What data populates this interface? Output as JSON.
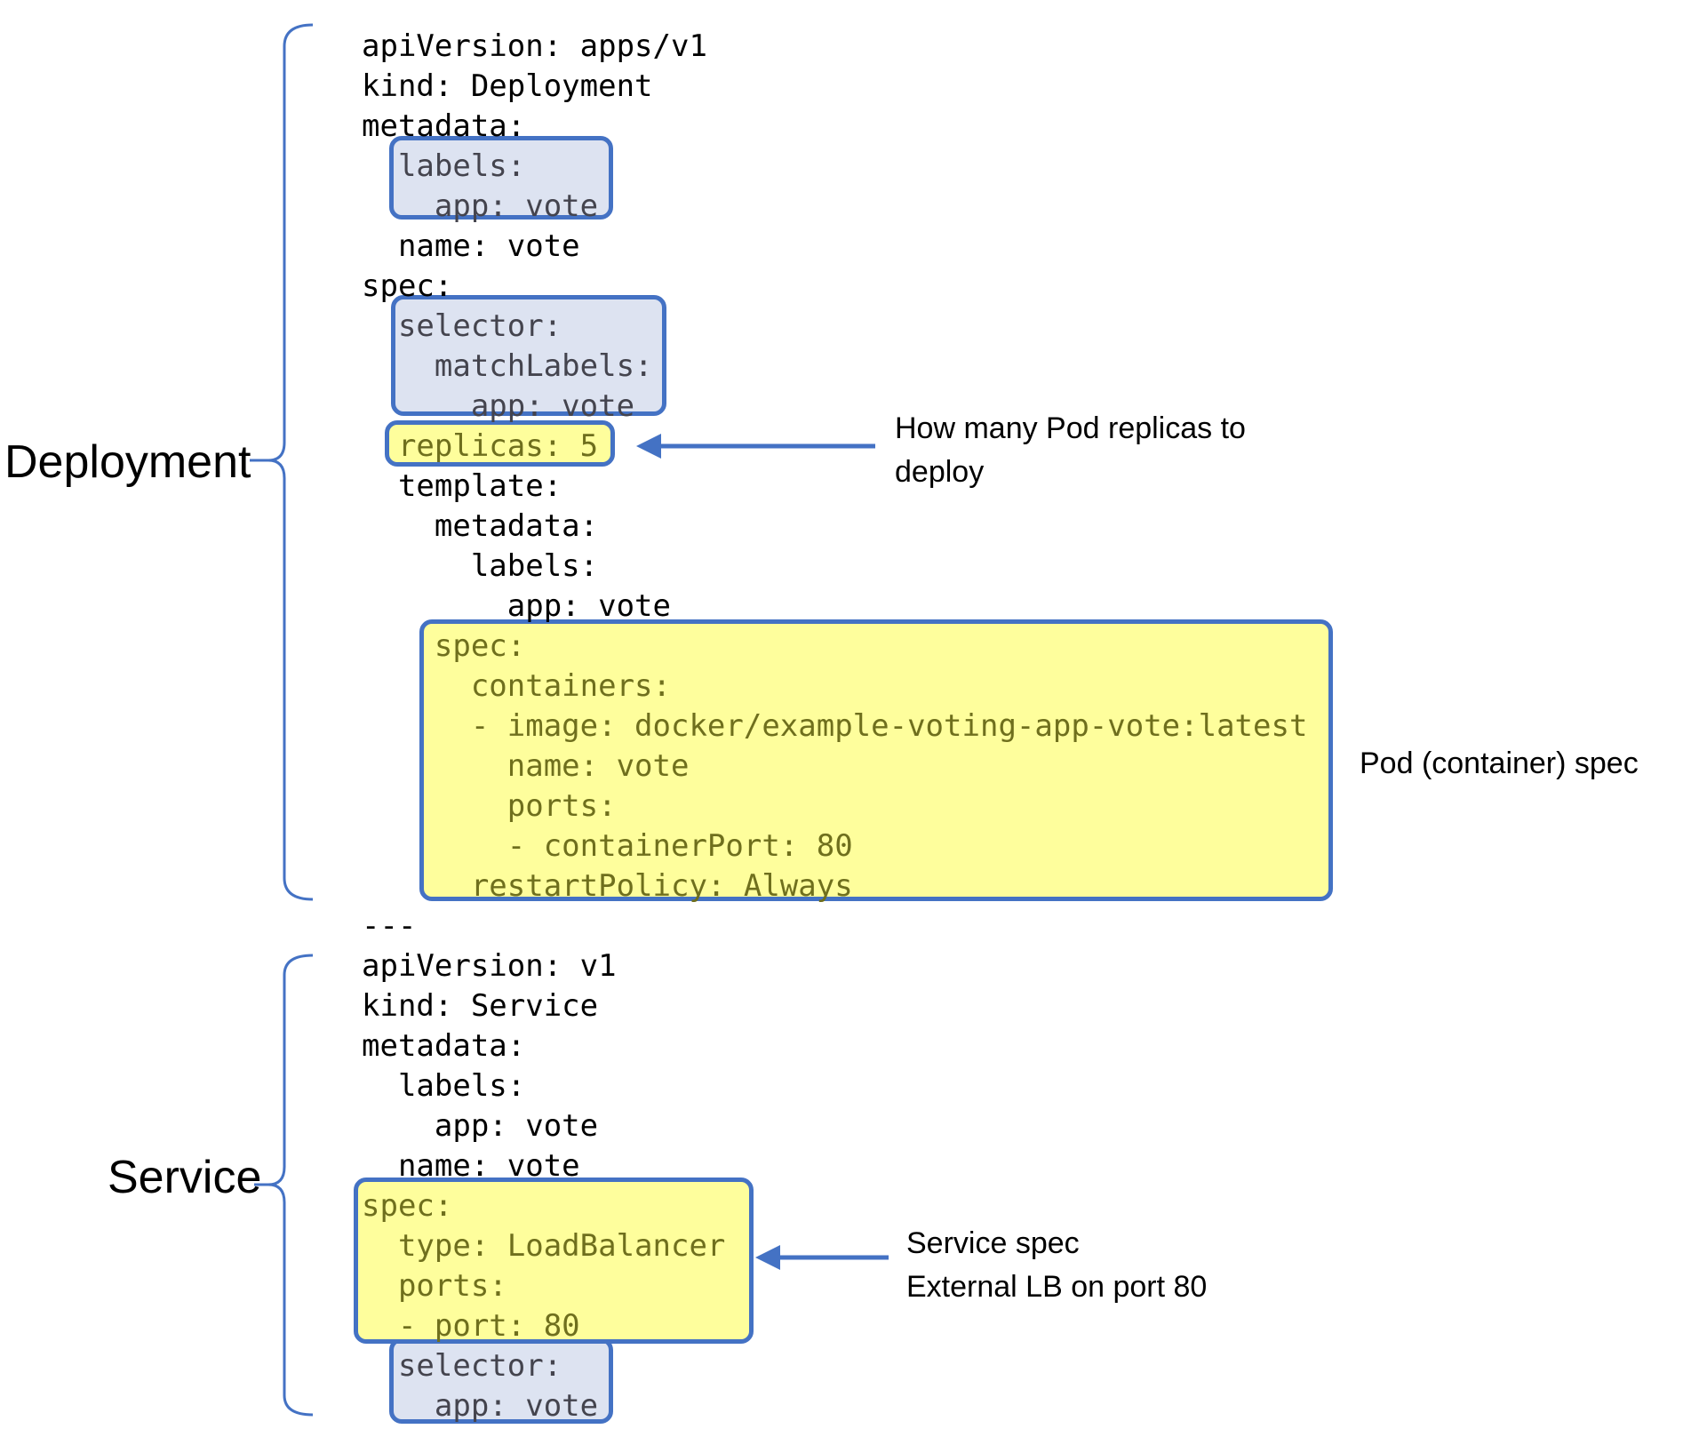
{
  "sections": {
    "deployment": {
      "label": "Deployment"
    },
    "service": {
      "label": "Service"
    }
  },
  "code": {
    "lines": [
      "apiVersion: apps/v1",
      "kind: Deployment",
      "metadata:",
      "  labels:",
      "    app: vote",
      "  name: vote",
      "spec:",
      "  selector:",
      "    matchLabels:",
      "      app: vote",
      "  replicas: 5",
      "  template:",
      "    metadata:",
      "      labels:",
      "        app: vote",
      "    spec:",
      "      containers:",
      "      - image: docker/example-voting-app-vote:latest",
      "        name: vote",
      "        ports:",
      "        - containerPort: 80",
      "      restartPolicy: Always",
      "---",
      "apiVersion: v1",
      "kind: Service",
      "metadata:",
      "  labels:",
      "    app: vote",
      "  name: vote",
      "spec:",
      "  type: LoadBalancer",
      "  ports:",
      "  - port: 80",
      "  selector:",
      "    app: vote"
    ]
  },
  "annotations": {
    "replicas": {
      "line1": "How many Pod replicas to",
      "line2": "deploy"
    },
    "pod_spec": {
      "line1": "Pod (container) spec"
    },
    "service_spec": {
      "line1": "Service spec",
      "line2": "External LB on port 80"
    }
  },
  "colors": {
    "accent_blue": "#4472C4",
    "highlight_blue_fill": "#DDE3F1",
    "highlight_yellow_fill": "#FEFE9C",
    "highlight_blue_text": "#44444E",
    "highlight_yellow_text": "#6F6F1D",
    "code_text": "#000000"
  }
}
